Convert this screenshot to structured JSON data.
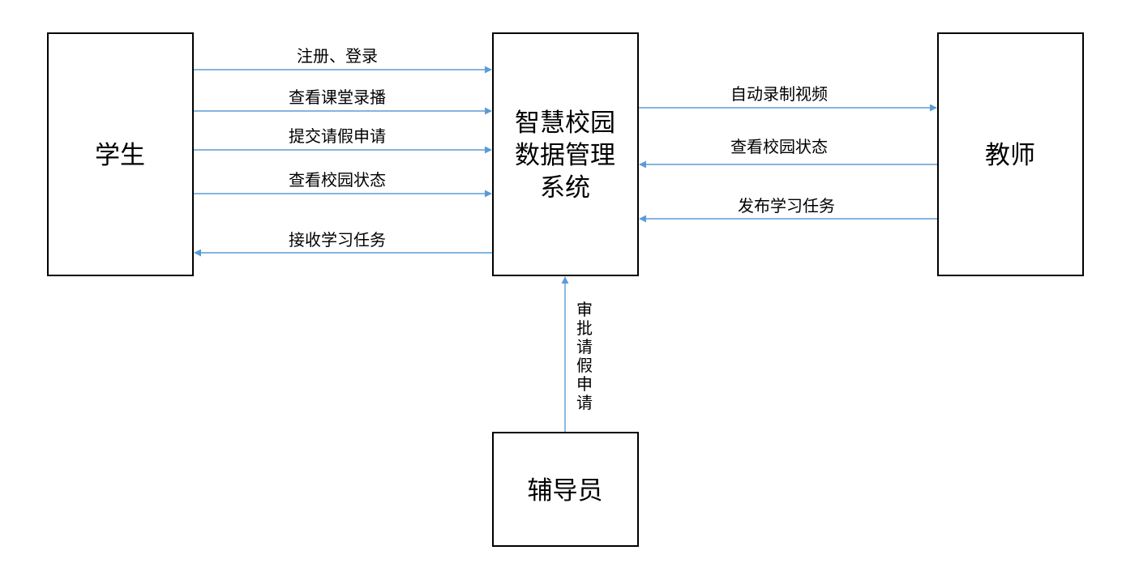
{
  "entities": {
    "student": "学生",
    "teacher": "教师",
    "counselor": "辅导员",
    "system": [
      "智慧校园",
      "数据管理",
      "系统"
    ]
  },
  "flows": {
    "register_login": "注册、登录",
    "view_class_recording": "查看课堂录播",
    "submit_leave": "提交请假申请",
    "student_view_status": "查看校园状态",
    "receive_tasks": "接收学习任务",
    "auto_record_video": "自动录制视频",
    "teacher_view_status": "查看校园状态",
    "publish_tasks": "发布学习任务",
    "approve_leave": [
      "审",
      "批",
      "请",
      "假",
      "申",
      "请"
    ]
  },
  "colors": {
    "arrow": "#5b9bd5",
    "border": "#000000"
  }
}
